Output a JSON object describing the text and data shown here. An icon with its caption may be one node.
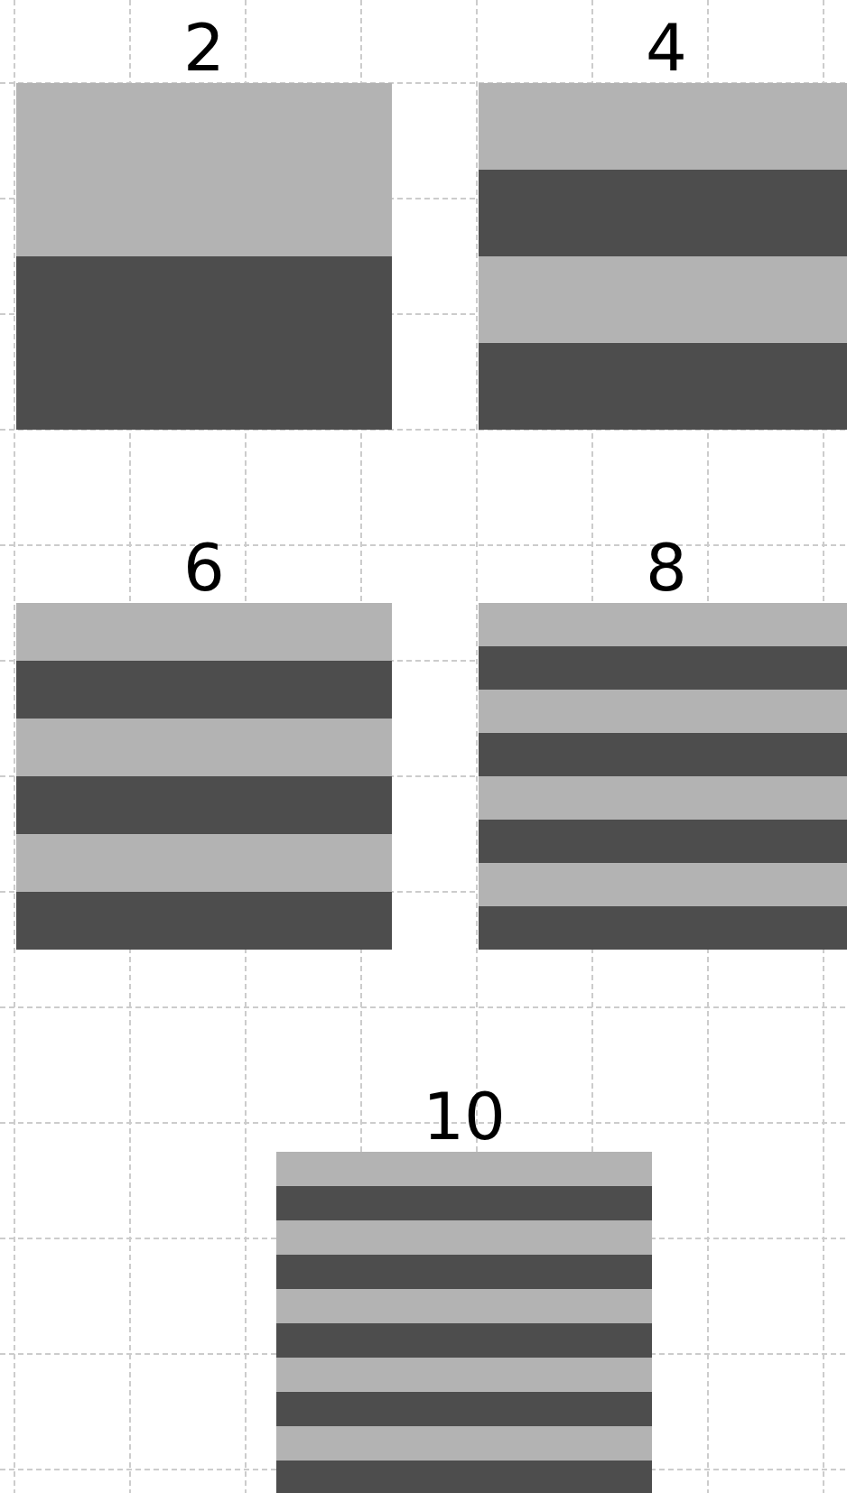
{
  "diagram": {
    "nodes": [
      {
        "text": [
          "2"
        ]
      },
      {
        "text": [
          "4"
        ]
      },
      {
        "text": [
          "6"
        ]
      },
      {
        "text": [
          "8"
        ]
      },
      {
        "text": [
          "10"
        ]
      }
    ]
  }
}
